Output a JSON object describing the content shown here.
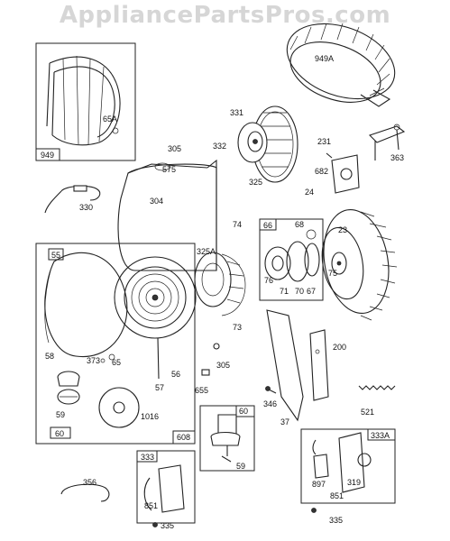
{
  "watermark": "AppliancePartsPros.com",
  "part_labels": {
    "p949a": "949A",
    "p65a": "65A",
    "p949": "949",
    "p331": "331",
    "p305a": "305",
    "p575": "575",
    "p332": "332",
    "p231": "231",
    "p363": "363",
    "p682": "682",
    "p325": "325",
    "p304": "304",
    "p330": "330",
    "p24": "24",
    "p74": "74",
    "p66": "66",
    "p68": "68",
    "p23": "23",
    "p55": "55",
    "p325a": "325A",
    "p75": "75",
    "p76": "76",
    "p71": "71",
    "p70": "70",
    "p67": "67",
    "p73": "73",
    "p200": "200",
    "p58": "58",
    "p373": "373",
    "p65": "65",
    "p305b": "305",
    "p56": "56",
    "p57": "57",
    "p655": "655",
    "p346": "346",
    "p37": "37",
    "p521": "521",
    "p59a": "59",
    "p1016": "1016",
    "p60a": "60",
    "p60b": "60",
    "p608": "608",
    "p59b": "59",
    "p333": "333",
    "p333a": "333A",
    "p356": "356",
    "p851a": "851",
    "p335a": "335",
    "p897": "897",
    "p319": "319",
    "p851b": "851",
    "p335b": "335"
  }
}
